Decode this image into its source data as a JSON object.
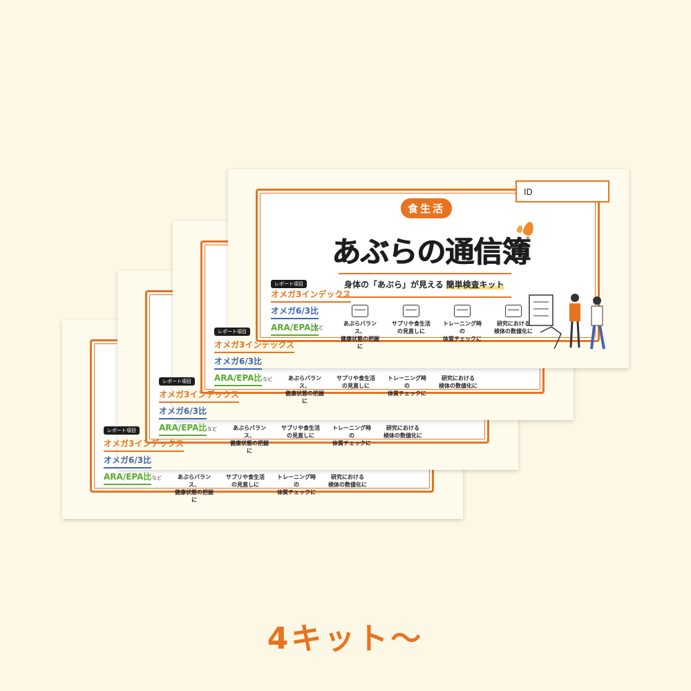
{
  "card": {
    "id_label": "ID",
    "badge": "食生活",
    "title": "あぶらの通信簿",
    "registered_mark": "®",
    "subtitle": "身体の「あぶら」が見える",
    "subtitle_highlight": "簡単検査キット",
    "report_tag": "レポート項目",
    "metrics": [
      "オメガ3インデックス",
      "オメガ6/3比",
      "ARA/EPA比"
    ],
    "metrics_suffix": "など",
    "uses": [
      {
        "line1": "あぶらバランス、",
        "line2": "健康状態の把握に",
        "icon": "chart-icon"
      },
      {
        "line1": "サプリや食生活",
        "line2": "の見直しに",
        "icon": "food-icon"
      },
      {
        "line1": "トレーニング時の",
        "line2": "体質チェックに",
        "icon": "training-icon"
      },
      {
        "line1": "研究における",
        "line2": "検体の数値化に",
        "icon": "research-icon"
      }
    ]
  },
  "caption": "4キット〜",
  "colors": {
    "accent": "#e8731f",
    "blue": "#3f66b0",
    "green": "#5aaa2f",
    "background": "#fdf8e6"
  }
}
